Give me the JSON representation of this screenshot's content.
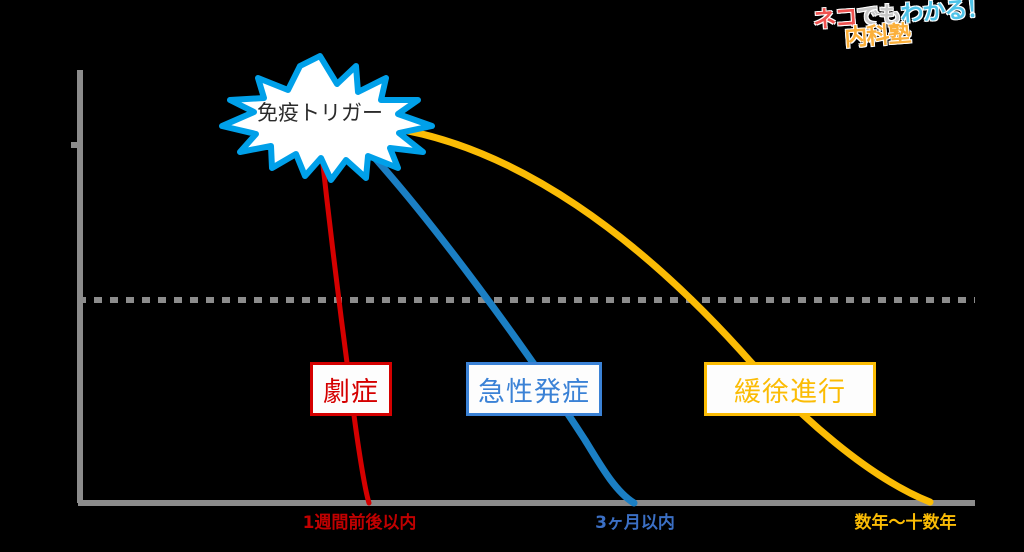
{
  "logo": {
    "name": "neko-demo-wakaru-naikajuku-logo",
    "line1_part1": "ネコ",
    "line1_part2": "でも",
    "line1_part3": "わかる！",
    "line2": "内科塾",
    "colors": {
      "neko": "#ef5350",
      "demo": "#c9c9c9",
      "wakaru": "#4fc3e8",
      "naika": "#fbb03b"
    }
  },
  "chart_data": {
    "type": "line",
    "title": "",
    "xlabel": "",
    "ylabel": "",
    "background": "#000000",
    "axis_color": "#8c8c8c",
    "grid": false,
    "threshold_line": {
      "label": "",
      "y_value": 300,
      "style": "dashed",
      "color": "#8c8c8c"
    },
    "annotation": {
      "text": "免疫トリガー",
      "shape": "starburst",
      "fill": "#ffffff",
      "stroke": "#00a0e9",
      "x": 320,
      "y": 112
    },
    "x_tick_labels": [
      "1週間前後以内",
      "3ヶ月以内",
      "数年〜十数年"
    ],
    "series": [
      {
        "name": "劇症",
        "label": "劇症",
        "color": "#d50000",
        "x_tick_label": "1週間前後以内",
        "x_tick_color": "#c00000",
        "points": [
          [
            322,
            140
          ],
          [
            340,
            270
          ],
          [
            355,
            400
          ],
          [
            368,
            503
          ]
        ]
      },
      {
        "name": "急性発症",
        "label": "急性発症",
        "color": "#1b7fc4",
        "x_tick_label": "3ヶ月以内",
        "x_tick_color": "#3b6fc4",
        "points": [
          [
            352,
            132
          ],
          [
            450,
            250
          ],
          [
            550,
            380
          ],
          [
            610,
            470
          ],
          [
            632,
            503
          ]
        ]
      },
      {
        "name": "緩徐進行",
        "label": "緩徐進行",
        "color": "#fbbc05",
        "x_tick_label": "数年〜十数年",
        "x_tick_color": "#fbbc05",
        "points": [
          [
            390,
            128
          ],
          [
            520,
            180
          ],
          [
            650,
            265
          ],
          [
            780,
            390
          ],
          [
            870,
            470
          ],
          [
            928,
            502
          ]
        ]
      }
    ],
    "axes": {
      "x_start": 78,
      "x_end": 975,
      "y_top": 72,
      "y_bottom": 503,
      "y_tick_marks": [
        145
      ]
    }
  },
  "boxes": {
    "fulminant": "劇症",
    "acute": "急性発症",
    "slow": "緩徐進行"
  },
  "x_axis_labels": {
    "fulminant": "1週間前後以内",
    "acute": "3ヶ月以内",
    "slow": "数年〜十数年"
  }
}
